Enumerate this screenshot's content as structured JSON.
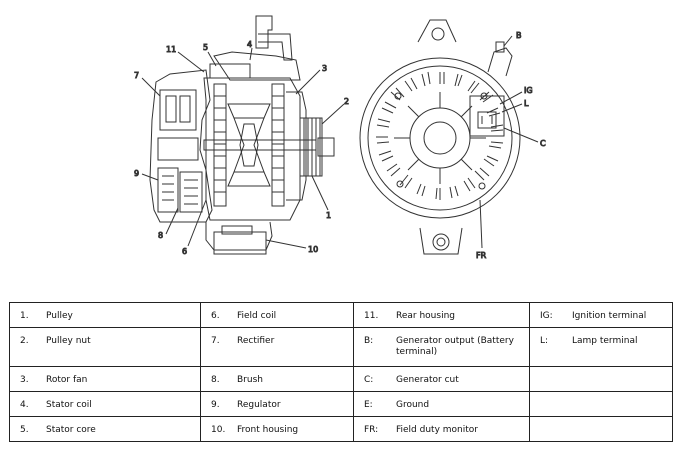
{
  "figure": {
    "left_view_callouts": [
      "11",
      "5",
      "4",
      "7",
      "3",
      "2",
      "9",
      "1",
      "8",
      "6",
      "10"
    ],
    "right_view_callouts": [
      "B",
      "IG",
      "L",
      "C",
      "FR"
    ]
  },
  "legend": [
    [
      {
        "num": "1.",
        "text": "Pulley"
      },
      {
        "num": "6.",
        "text": "Field coil"
      },
      {
        "num": "11.",
        "text": "Rear housing"
      },
      {
        "num": "IG:",
        "text": "Ignition terminal"
      }
    ],
    [
      {
        "num": "2.",
        "text": "Pulley nut"
      },
      {
        "num": "7.",
        "text": "Rectifier"
      },
      {
        "num": "B:",
        "text": "Generator output (Battery terminal)"
      },
      {
        "num": "L:",
        "text": "Lamp terminal"
      }
    ],
    [
      {
        "num": "3.",
        "text": "Rotor fan"
      },
      {
        "num": "8.",
        "text": "Brush"
      },
      {
        "num": "C:",
        "text": "Generator cut"
      },
      {
        "num": "",
        "text": ""
      }
    ],
    [
      {
        "num": "4.",
        "text": "Stator coil"
      },
      {
        "num": "9.",
        "text": "Regulator"
      },
      {
        "num": "E:",
        "text": "Ground"
      },
      {
        "num": "",
        "text": ""
      }
    ],
    [
      {
        "num": "5.",
        "text": "Stator core"
      },
      {
        "num": "10.",
        "text": "Front housing"
      },
      {
        "num": "FR:",
        "text": "Field duty monitor"
      },
      {
        "num": "",
        "text": ""
      }
    ]
  ]
}
